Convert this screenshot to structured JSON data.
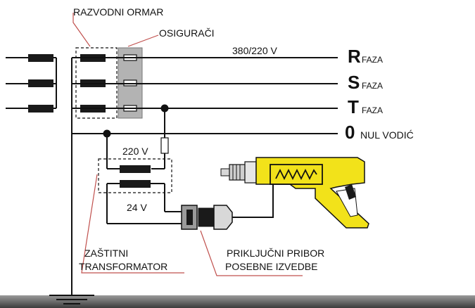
{
  "labels": {
    "cabinet": "RAZVODNI ORMAR",
    "fuses": "OSIGURAČI",
    "voltage_main": "380/220 V",
    "voltage_primary": "220 V",
    "voltage_secondary": "24 V",
    "transformer_line1": "ZAŠTITNI",
    "transformer_line2": "TRANSFORMATOR",
    "connector_line1": "PRIKLJUČNI PRIBOR",
    "connector_line2": "POSEBNE IZVEDBE"
  },
  "lines": [
    {
      "letter": "R",
      "text": "FAZA"
    },
    {
      "letter": "S",
      "text": "FAZA"
    },
    {
      "letter": "T",
      "text": "FAZA"
    },
    {
      "letter": "0",
      "text": "NUL VODIĆ"
    }
  ],
  "colors": {
    "tool_body": "#f2e21a",
    "wire": "#111111",
    "leader": "#c0504d",
    "fuse_panel": "#b3b3b3",
    "ground_bar": "#555555"
  },
  "icons": [
    "generator-coils",
    "fuse",
    "transformer-winding",
    "plug-connector",
    "electric-drill",
    "ground-symbol"
  ]
}
